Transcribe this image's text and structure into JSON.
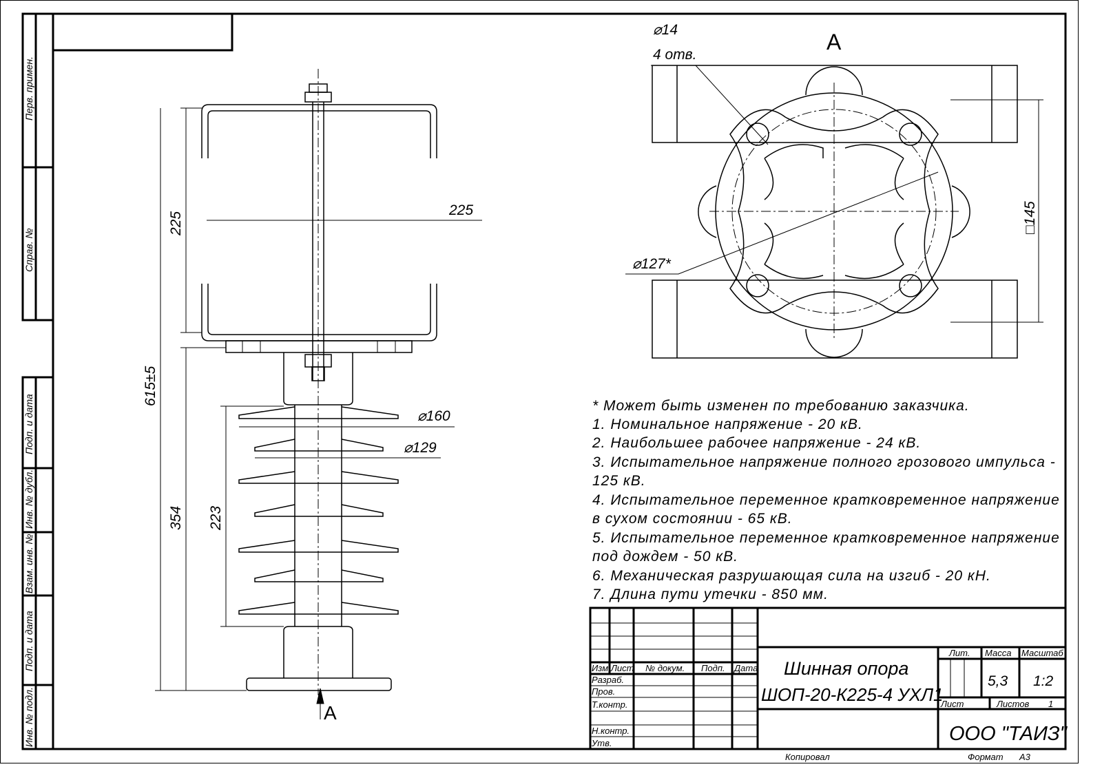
{
  "side_strip": {
    "labels": [
      "Перв. примен.",
      "Справ. №",
      "Подп. и дата",
      "Инв. № дубл.",
      "Взам. инв. №",
      "Подп. и дата",
      "Инв. № подл."
    ]
  },
  "side_view": {
    "dimensions": {
      "bracket_height": "225",
      "bracket_width": "225",
      "total_height": "615±5",
      "insulator_height": "354",
      "shed_zone": "223",
      "shed_large_dia": "⌀160",
      "shed_small_dia": "⌀129"
    },
    "view_marker": "A"
  },
  "top_view": {
    "title": "A",
    "hole_dia": "⌀14",
    "hole_count": "4 отв.",
    "pcd": "⌀127*",
    "square": "□145"
  },
  "notes": [
    "* Может быть изменен по требованию заказчика.",
    "1. Номинальное напряжение - 20 кВ.",
    "2. Наибольшее рабочее напряжение - 24 кВ.",
    "3. Испытательное напряжение полного грозового импульса -",
    "125 кВ.",
    "4. Испытательное переменное кратковременное напряжение",
    "в сухом состоянии - 65 кВ.",
    "5. Испытательное переменное кратковременное напряжение",
    "под дождем - 50 кВ.",
    "6. Механическая разрушающая сила на изгиб - 20 кН.",
    "7. Длина пути утечки - 850 мм."
  ],
  "title_block": {
    "headers": [
      "Изм.",
      "Лист",
      "№ докум.",
      "Подп.",
      "Дата"
    ],
    "roles": [
      "Разраб.",
      "Пров.",
      "Т.контр.",
      "Н.контр.",
      "Утв."
    ],
    "title_line1": "Шинная опора",
    "title_line2": "ШОП-20-К225-4 УХЛ1",
    "lit_label": "Лит.",
    "mass_label": "Масса",
    "scale_label": "Масштаб",
    "mass": "5,3",
    "scale": "1:2",
    "sheet_label": "Лист",
    "sheets_label": "Листов",
    "sheets": "1",
    "organization": "ООО \"ТАИЗ\"",
    "copied": "Копировал",
    "format_label": "Формат",
    "format": "А3"
  }
}
